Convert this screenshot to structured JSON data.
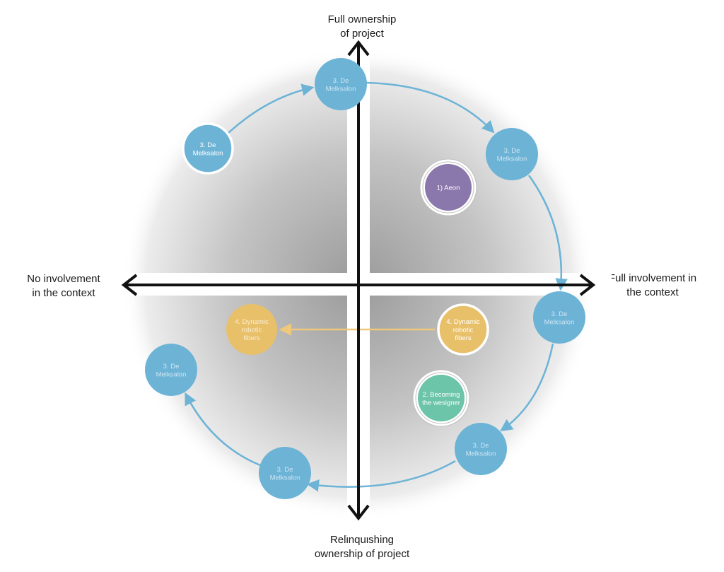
{
  "axes": {
    "top": [
      "Full ownership",
      "of project"
    ],
    "bottom": [
      "Relinquishing",
      "ownership of project"
    ],
    "left": [
      "No involvement",
      "in the context"
    ],
    "right": [
      "Full involvement in",
      "the context"
    ]
  },
  "colors": {
    "melksalon": "#6cb3d6",
    "melksalon_text_faded": "#cfe6f2",
    "melksalon_text": "#ffffff",
    "aeon": "#8a78ad",
    "dynamic": "#e8c06a",
    "dynamic_text_faded": "#fbeed3",
    "becoming": "#6cc4a9",
    "cycle_arrow": "#6cb3d6",
    "dynamic_arrow": "#efc879",
    "axis": "#111111"
  },
  "nodes": [
    {
      "id": "melk-top",
      "kind": "melksalon",
      "lines": [
        "3. De",
        "Melksalon"
      ],
      "faded": true
    },
    {
      "id": "melk-upper-left",
      "kind": "melksalon",
      "lines": [
        "3. De",
        "Melksalon"
      ],
      "faded": false
    },
    {
      "id": "melk-upper-right",
      "kind": "melksalon",
      "lines": [
        "3. De",
        "Melksalon"
      ],
      "faded": true
    },
    {
      "id": "melk-right",
      "kind": "melksalon",
      "lines": [
        "3. De",
        "Melksalon"
      ],
      "faded": true
    },
    {
      "id": "melk-lower-right",
      "kind": "melksalon",
      "lines": [
        "3. De",
        "Melksalon"
      ],
      "faded": true
    },
    {
      "id": "melk-bottom",
      "kind": "melksalon",
      "lines": [
        "3. De",
        "Melksalon"
      ],
      "faded": true
    },
    {
      "id": "melk-left",
      "kind": "melksalon",
      "lines": [
        "3. De",
        "Melksalon"
      ],
      "faded": true
    },
    {
      "id": "aeon",
      "kind": "aeon",
      "lines": [
        "1) Aeon"
      ],
      "faded": false
    },
    {
      "id": "dynamic-right",
      "kind": "dynamic",
      "lines": [
        "4. Dynamic",
        "robotic",
        "fibers"
      ],
      "faded": false
    },
    {
      "id": "dynamic-left",
      "kind": "dynamic",
      "lines": [
        "4. Dynamic",
        "robotic",
        "fibers"
      ],
      "faded": true
    },
    {
      "id": "becoming",
      "kind": "becoming",
      "lines": [
        "2. Becoming",
        "the wesigner"
      ],
      "faded": false
    }
  ]
}
